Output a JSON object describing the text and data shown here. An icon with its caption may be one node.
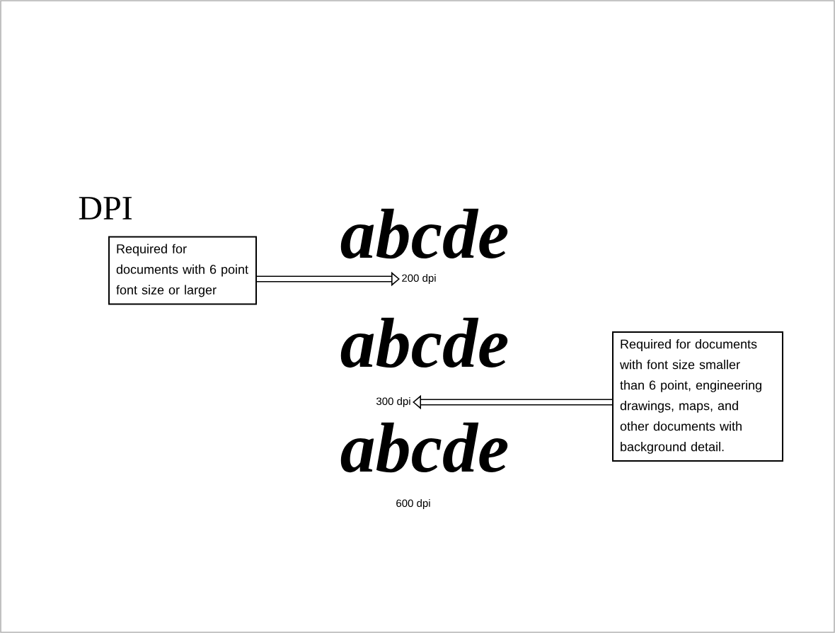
{
  "diagram": {
    "title": "DPI",
    "nodes": [
      {
        "text": [
          "Required for documents with 6 point font size or larger"
        ]
      },
      {
        "text": [
          "200 dpi"
        ]
      },
      {
        "text": [
          "Required for documents with font size smaller than 6 point, engineering drawings, maps, and other documents with background detail."
        ]
      },
      {
        "text": [
          "300 dpi"
        ]
      }
    ],
    "edges": [
      {
        "from": 0,
        "to": 1,
        "arrow": "to"
      },
      {
        "from": 2,
        "to": 3,
        "arrow": "to"
      }
    ],
    "labels": [
      "abcde",
      "abcde",
      "abcde",
      "600 dpi"
    ]
  }
}
